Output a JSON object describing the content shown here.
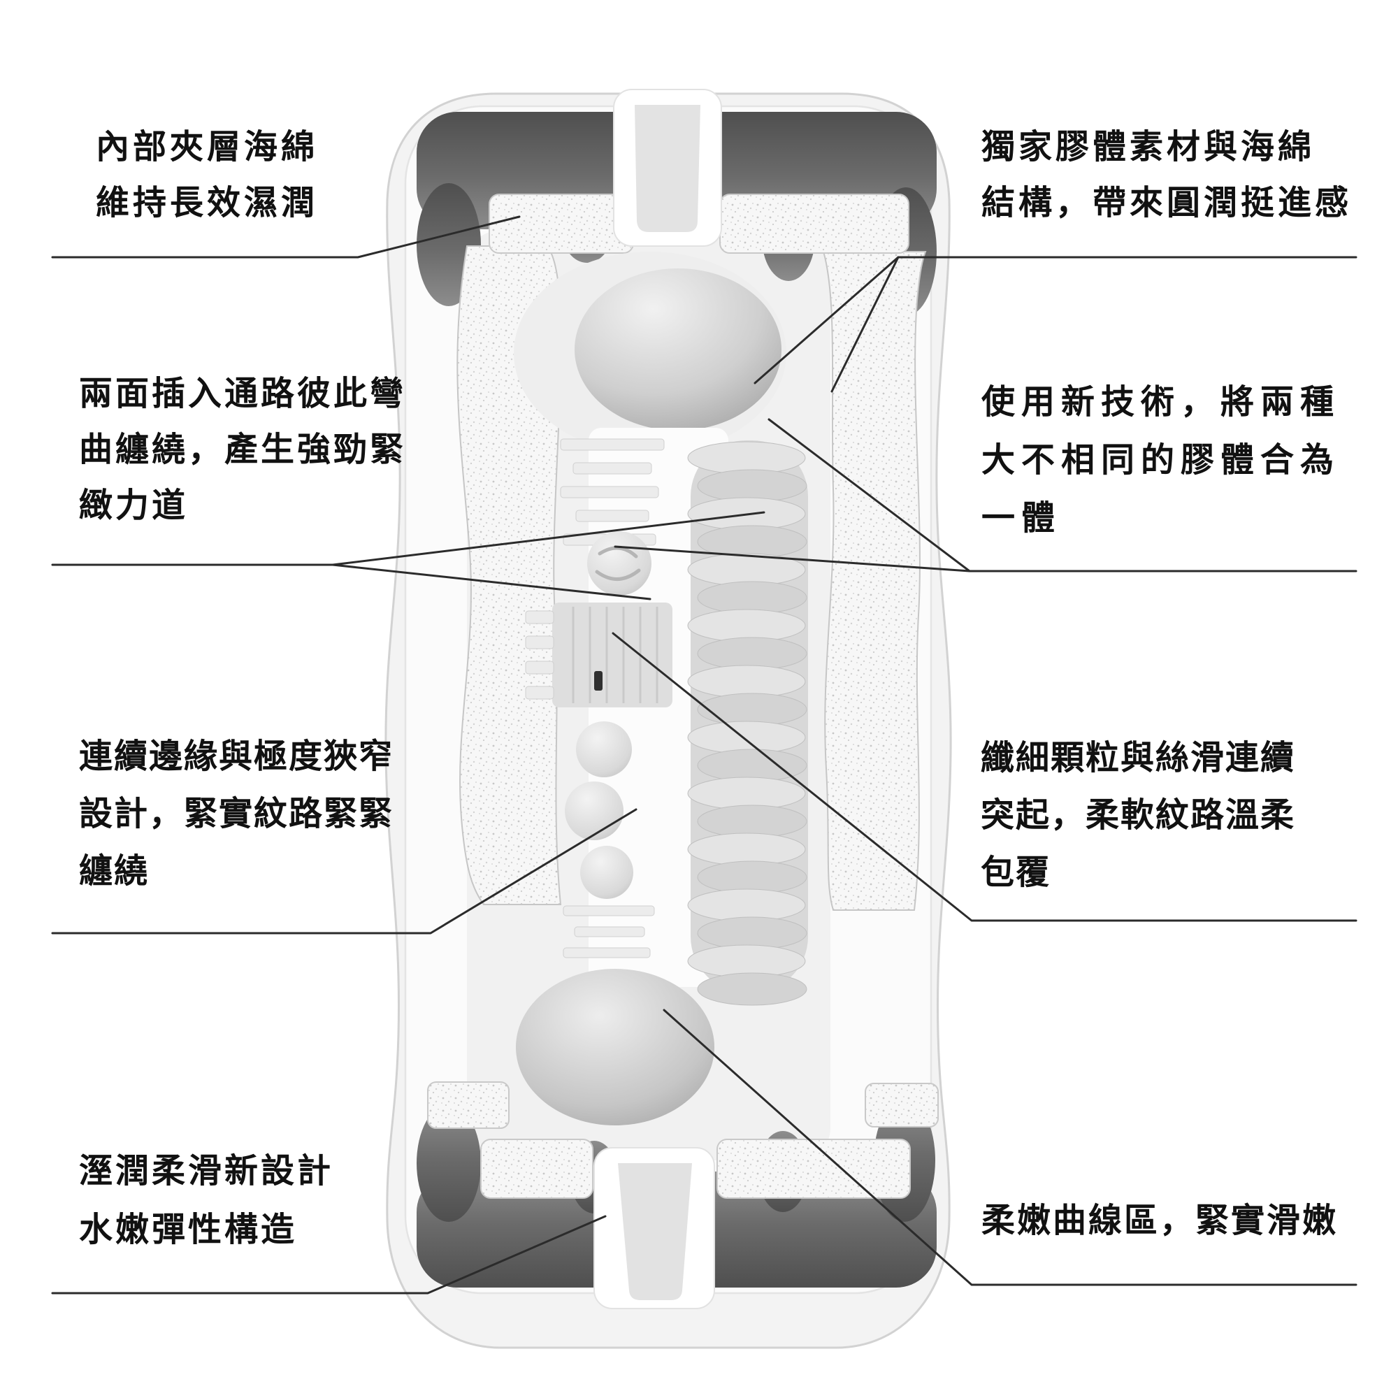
{
  "figure": {
    "title_hint": "product cutaway diagram with callouts",
    "colors": {
      "background": "#ffffff",
      "text": "#111111",
      "leader_line": "#2b2b2b",
      "shell": "#f3f3f3",
      "cap_dark": "#585858",
      "sponge_base": "#f7f7f7",
      "dome_mid": "#b9b9b9"
    },
    "callouts": {
      "top_left": {
        "lines": [
          "內部夾層海綿",
          "維持長效濕潤"
        ]
      },
      "mid_left": {
        "lines": [
          "兩面插入通路彼此彎",
          "曲纏繞，產生強勁緊",
          "緻力道"
        ]
      },
      "lower_left": {
        "lines": [
          "連續邊緣與極度狹窄",
          "設計，緊實紋路緊緊",
          "纏繞"
        ]
      },
      "bottom_left": {
        "lines": [
          "溼潤柔滑新設計",
          "水嫩彈性構造"
        ]
      },
      "top_right": {
        "lines": [
          "獨家膠體素材與海綿",
          "結構，帶來圓潤挺進感"
        ]
      },
      "mid_right": {
        "lines": [
          "使用新技術，將兩種",
          "大不相同的膠體合為",
          "一體"
        ]
      },
      "lower_right": {
        "lines": [
          "纖細顆粒與絲滑連續",
          "突起，柔軟紋路溫柔",
          "包覆"
        ]
      },
      "bottom_right": {
        "lines": [
          "柔嫩曲線區，緊實滑嫩"
        ]
      }
    }
  }
}
